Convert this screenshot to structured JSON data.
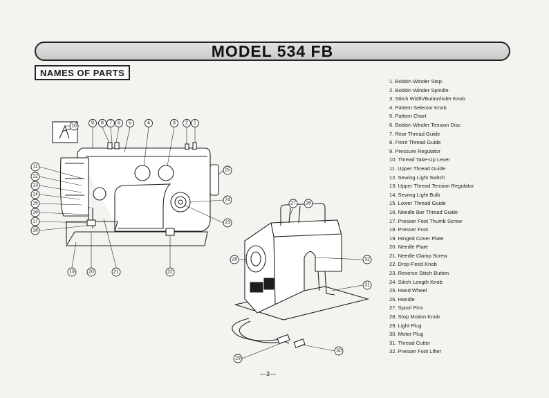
{
  "header": {
    "title": "MODEL 534 FB"
  },
  "section": {
    "heading": "NAMES OF PARTS"
  },
  "parts": [
    "1. Bobbin Winder Stop",
    "2. Bobbin Winder Spindle",
    "3. Stitch Width/Buttonholer Knob",
    "4. Pattern Selector Knob",
    "5. Pattern Chart",
    "6. Bobbin Winder Tension Disc",
    "7. Rear Thread Guide",
    "8. Front Thread Guide",
    "9. Pressure Regulator",
    "10. Thread Take-Up Lever",
    "11. Upper Thread Guide",
    "12. Sewing Light Switch",
    "13. Upper Thread Tension Regulator",
    "14. Sewing Light Bulb",
    "15. Lower Thread Guide",
    "16. Needle Bar Thread Guide",
    "17. Presser Foot Thumb Screw",
    "18. Presser Foot",
    "19. Hinged Cover Plate",
    "20. Needle Plate",
    "21. Needle Clamp Screw",
    "22. Drop-Feed Knob",
    "23. Reverse Stitch Button",
    "24. Stitch Length Knob",
    "25. Hand Wheel",
    "26. Handle",
    "27. Spool Pins",
    "28. Stop Motion Knob",
    "29. Light Plug",
    "30. Motor Plug",
    "31. Thread Cutter",
    "32. Presser Foot Lifter"
  ],
  "callouts": {
    "front": [
      "9",
      "8",
      "7",
      "6",
      "5",
      "4",
      "3",
      "2",
      "1",
      "10",
      "11",
      "12",
      "13",
      "14",
      "15",
      "16",
      "17",
      "18",
      "19",
      "20",
      "21",
      "22",
      "23",
      "24",
      "25"
    ],
    "rear": [
      "27",
      "26",
      "28",
      "32",
      "31",
      "29",
      "30"
    ]
  },
  "page": {
    "number": "—3—"
  }
}
